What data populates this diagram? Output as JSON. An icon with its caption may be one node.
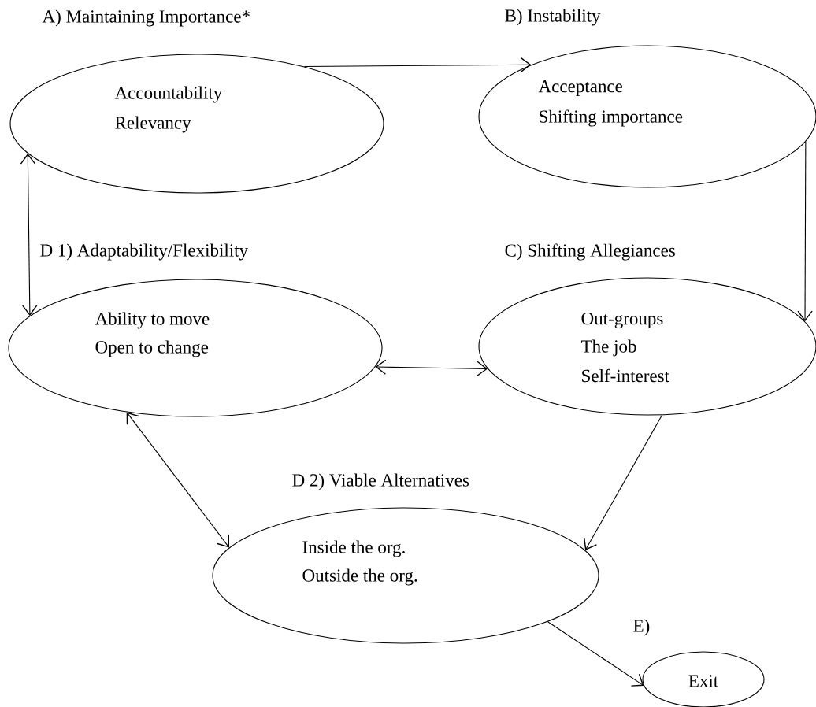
{
  "diagram": {
    "nodes": [
      {
        "text": [
          "A) Maintaining Importance*",
          "Accountability",
          "Relevancy"
        ]
      },
      {
        "text": [
          "B) Instability",
          "Acceptance",
          "Shifting importance"
        ]
      },
      {
        "text": [
          "D 1) Adaptability/Flexibility",
          "Ability to move",
          "Open to change"
        ]
      },
      {
        "text": [
          "C) Shifting Allegiances",
          "Out-groups",
          "The job",
          "Self-interest"
        ]
      },
      {
        "text": [
          "D 2) Viable Alternatives",
          "Inside the org.",
          "Outside the org."
        ]
      },
      {
        "text": [
          "E)",
          "Exit"
        ]
      }
    ],
    "edges": [
      {
        "from": 0,
        "to": 1,
        "arrow": "to"
      },
      {
        "from": 0,
        "to": 2,
        "arrow": "both"
      },
      {
        "from": 1,
        "to": 3,
        "arrow": "to"
      },
      {
        "from": 2,
        "to": 3,
        "arrow": "both"
      },
      {
        "from": 2,
        "to": 4,
        "arrow": "both"
      },
      {
        "from": 3,
        "to": 4,
        "arrow": "to"
      },
      {
        "from": 4,
        "to": 5,
        "arrow": "to"
      }
    ]
  }
}
